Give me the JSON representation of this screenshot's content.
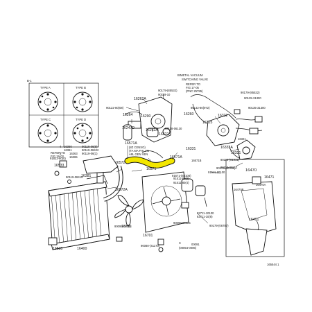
{
  "colors": {
    "highlight": "#f2e600",
    "ink": "#111111",
    "background": "#ffffff"
  },
  "fan_types": {
    "header": "B-1",
    "types": [
      "TYPE A",
      "TYPE B",
      "TYPE C",
      "TYPE D"
    ]
  },
  "notes": {
    "bimetal_1": "BIMETAL VACUUM",
    "bimetal_2": "SWITCHING VALVE",
    "fig_ref_1": "REFER TO",
    "fig_ref_2": "FIG 17-05",
    "fig_ref_3": "(PNC 25795)",
    "fig_ref_left_1": "REFER TO",
    "fig_ref_left_2": "FIG 19-03",
    "engine_note_1": "(8Z CENSO)",
    "engine_note_2": "(TA MA FHL FN",
    "engine_note_3": "A8L GEN VEN"
  },
  "labels": [
    {
      "id": "p16262a",
      "text": "16262A"
    },
    {
      "id": "p90179_85",
      "text": "90179-(85532)"
    },
    {
      "id": "p90119_10",
      "text": "90119-10"
    },
    {
      "id": "p90122_80",
      "text": "90122-80(08)"
    },
    {
      "id": "p16264",
      "text": "16264"
    },
    {
      "id": "p16290",
      "text": "16290"
    },
    {
      "id": "p16247d",
      "text": "16247D"
    },
    {
      "id": "p16262a_b",
      "text": "16262A"
    },
    {
      "id": "p16322",
      "text": "16322"
    },
    {
      "id": "p90118_06",
      "text": "90118-06130"
    },
    {
      "id": "p16260",
      "text": "16260"
    },
    {
      "id": "p90179_r1",
      "text": "90179-(85532)"
    },
    {
      "id": "p90135_r",
      "text": "90135-31300"
    },
    {
      "id": "p90142",
      "text": "90142-80(972)"
    },
    {
      "id": "p16322_r",
      "text": "16322"
    },
    {
      "id": "p90135_b",
      "text": "90135-31300"
    },
    {
      "id": "p16325",
      "text": "16325"
    },
    {
      "id": "p16331a",
      "text": "16331A"
    },
    {
      "id": "p16321",
      "text": "16321"
    },
    {
      "id": "p90118_r",
      "text": "90118-(81032)"
    },
    {
      "id": "p90119_r",
      "text": "90119-06812"
    },
    {
      "id": "p16331",
      "text": "16331"
    },
    {
      "id": "p16571a",
      "text": "16571A"
    },
    {
      "id": "p16571a_b",
      "text": "16571A"
    },
    {
      "id": "p16572",
      "text": "16572"
    },
    {
      "id": "p16572a",
      "text": "16572A"
    },
    {
      "id": "p16571",
      "text": "16571"
    },
    {
      "id": "p16470",
      "text": "16470"
    },
    {
      "id": "p16471",
      "text": "16471"
    },
    {
      "id": "p16470a",
      "text": "16470A"
    },
    {
      "id": "p16470b",
      "text": "16470B"
    },
    {
      "id": "p16401",
      "text": "16401"
    },
    {
      "id": "p16361",
      "text": "16361"
    },
    {
      "id": "p16360",
      "text": "16360"
    },
    {
      "id": "p16363",
      "text": "16363"
    },
    {
      "id": "p16365",
      "text": "16365"
    },
    {
      "id": "p16381",
      "text": "16381"
    },
    {
      "id": "p16533",
      "text": "16533"
    },
    {
      "id": "p16400",
      "text": "16400"
    },
    {
      "id": "p16535",
      "text": "16535"
    },
    {
      "id": "p16711",
      "text": "16711"
    },
    {
      "id": "p16701",
      "text": "16701"
    },
    {
      "id": "p90099_l",
      "text": "90099-05164"
    },
    {
      "id": "p90099_r",
      "text": "90099-05125"
    },
    {
      "id": "p90179_b",
      "text": "90179-(06707)"
    },
    {
      "id": "p90119_l",
      "text": "90119-08419"
    },
    {
      "id": "p90080",
      "text": "90080-(41170)"
    },
    {
      "id": "p90179_mid",
      "text": "90179-(80732)"
    },
    {
      "id": "p91511",
      "text": "91511-80100"
    },
    {
      "id": "p91511_b",
      "text": "91511-80(8)"
    },
    {
      "id": "p82711",
      "text": "82711-10100"
    },
    {
      "id": "p82711_b",
      "text": "82711-10(8)"
    },
    {
      "id": "p16544",
      "text": "165544 1"
    },
    {
      "id": "p_c",
      "text": "C"
    },
    {
      "id": "p00054",
      "text": "(00054-0006)"
    },
    {
      "id": "p_00091",
      "text": "00091"
    },
    {
      "id": "p90118_a",
      "text": "90118-06(9)"
    },
    {
      "id": "p91671",
      "text": "91671-(84108)"
    },
    {
      "id": "p91822",
      "text": "91822-80(0)"
    },
    {
      "id": "p90119_x",
      "text": "90119-08422"
    },
    {
      "id": "p16571b",
      "text": "16571B"
    },
    {
      "id": "p91511_c",
      "text": "91511-80(4)"
    },
    {
      "id": "p90119_d",
      "text": "90119-06(1)"
    },
    {
      "id": "p2_16321",
      "text": "16321"
    },
    {
      "id": "p_4",
      "text": "4"
    },
    {
      "id": "p_3",
      "text": "3"
    }
  ]
}
